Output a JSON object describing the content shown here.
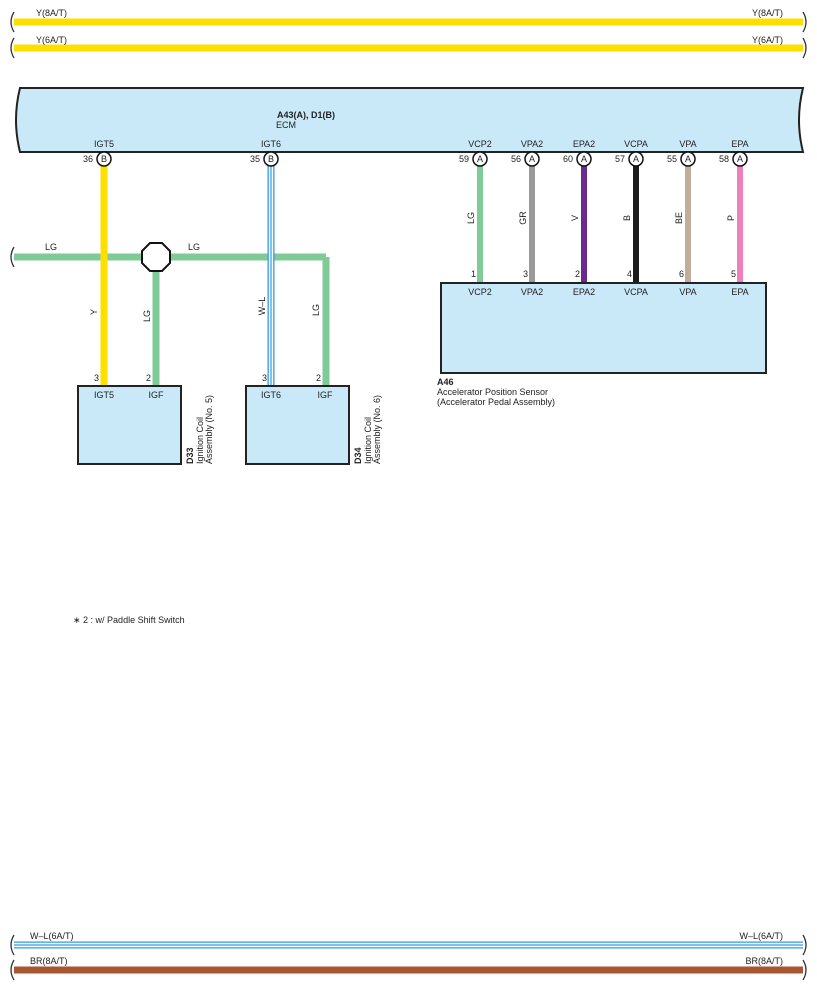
{
  "buses": {
    "top1": {
      "label": "Y(8A/T)",
      "color": "#ffdf00"
    },
    "top2": {
      "label": "Y(6A/T)",
      "color": "#ffdf00"
    },
    "bottom1": {
      "label": "W–L(6A/T)",
      "color": "#ffffff",
      "stripe": "#2f9be0"
    },
    "bottom2": {
      "label": "BR(8A/T)",
      "color": "#a85634"
    }
  },
  "ecm": {
    "code": "A43(A), D1(B)",
    "name": "ECM",
    "body_color": "#c9e9f9",
    "pins": [
      {
        "name": "IGT5",
        "num": "36",
        "conn": "B"
      },
      {
        "name": "IGT6",
        "num": "35",
        "conn": "B"
      },
      {
        "name": "VCP2",
        "num": "59",
        "conn": "A"
      },
      {
        "name": "VPA2",
        "num": "56",
        "conn": "A"
      },
      {
        "name": "EPA2",
        "num": "60",
        "conn": "A"
      },
      {
        "name": "VCPA",
        "num": "57",
        "conn": "A"
      },
      {
        "name": "VPA",
        "num": "55",
        "conn": "A"
      },
      {
        "name": "EPA",
        "num": "58",
        "conn": "A"
      }
    ]
  },
  "wires": {
    "lg_bus": {
      "label": "LG",
      "color": "#7ecb98"
    },
    "igt5": {
      "label": "Y",
      "color": "#ffdf00"
    },
    "igf5": {
      "label": "LG",
      "color": "#7ecb98"
    },
    "igt6": {
      "label": "W–L",
      "color": "#ffffff",
      "stripe": "#2f9be0"
    },
    "igf6": {
      "label": "LG",
      "color": "#7ecb98"
    },
    "sensor": [
      {
        "label": "LG",
        "color": "#7ecb98"
      },
      {
        "label": "GR",
        "color": "#9a9a9a"
      },
      {
        "label": "V",
        "color": "#6a2a8f"
      },
      {
        "label": "B",
        "color": "#1c1c1c"
      },
      {
        "label": "BE",
        "color": "#c1ae9a"
      },
      {
        "label": "P",
        "color": "#ef7fbd"
      }
    ]
  },
  "coil5": {
    "code": "D33",
    "name_line1": "Ignition Coil",
    "name_line2": "Assembly (No. 5)",
    "pins": [
      {
        "num": "3",
        "name": "IGT5"
      },
      {
        "num": "2",
        "name": "IGF"
      }
    ]
  },
  "coil6": {
    "code": "D34",
    "name_line1": "Ignition Coil",
    "name_line2": "Assembly (No. 6)",
    "pins": [
      {
        "num": "3",
        "name": "IGT6"
      },
      {
        "num": "2",
        "name": "IGF"
      }
    ]
  },
  "sensor": {
    "code": "A46",
    "name_line1": "Accelerator Position Sensor",
    "name_line2": "(Accelerator Pedal Assembly)",
    "pins": [
      {
        "num": "1",
        "name": "VCP2"
      },
      {
        "num": "3",
        "name": "VPA2"
      },
      {
        "num": "2",
        "name": "EPA2"
      },
      {
        "num": "4",
        "name": "VCPA"
      },
      {
        "num": "6",
        "name": "VPA"
      },
      {
        "num": "5",
        "name": "EPA"
      }
    ]
  },
  "note": "∗ 2 : w/ Paddle Shift Switch"
}
